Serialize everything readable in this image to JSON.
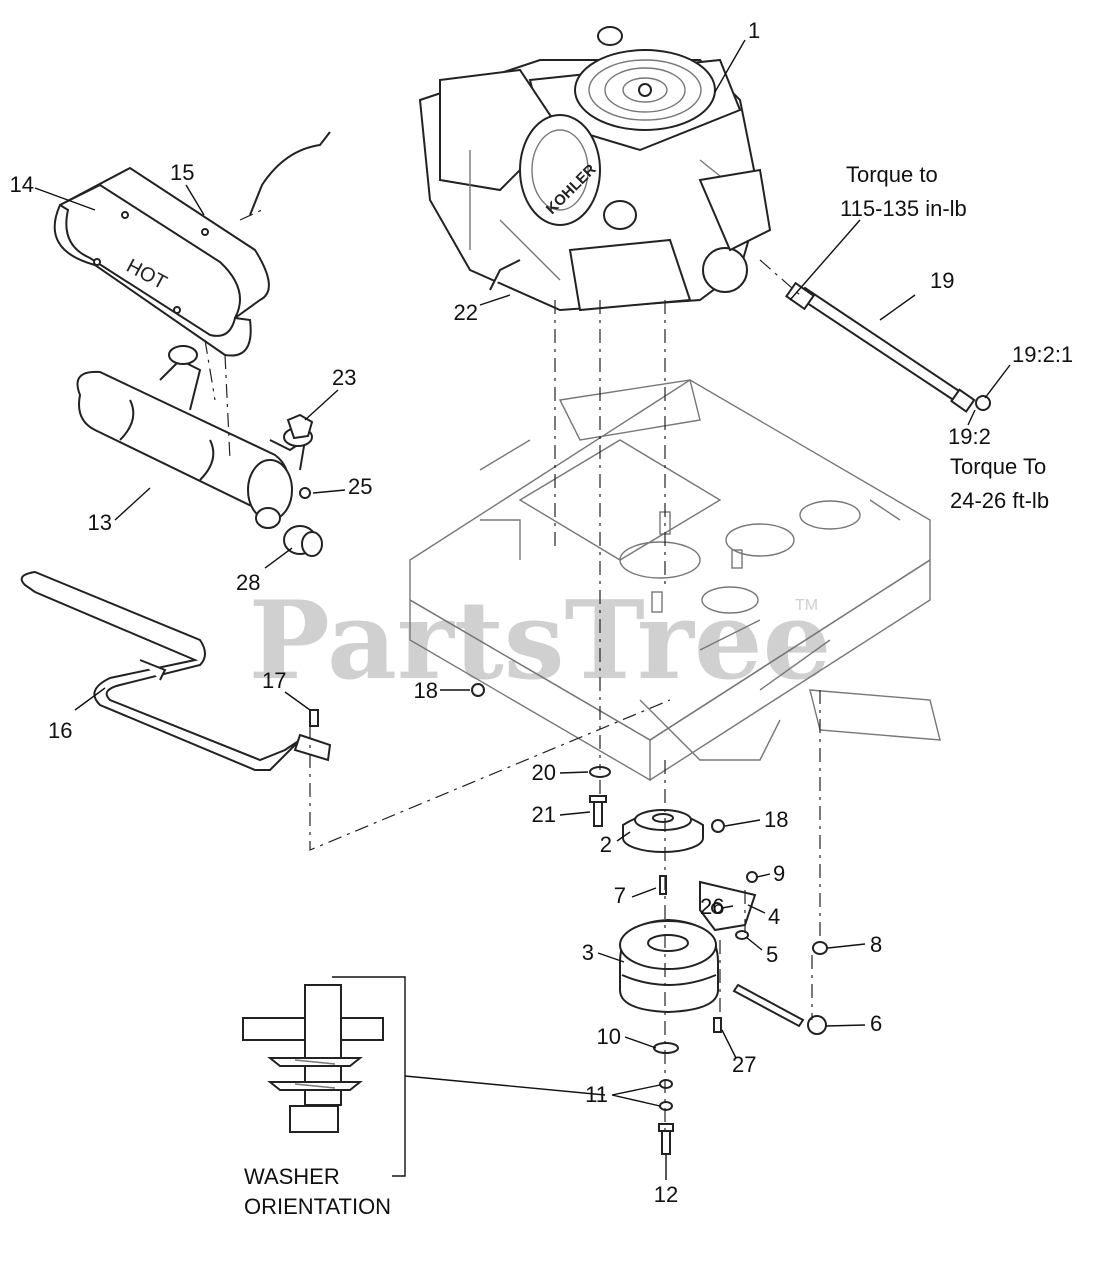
{
  "watermark": {
    "text": "PartsTree",
    "trademark": "TM"
  },
  "callouts": [
    {
      "id": "c1",
      "label": "1"
    },
    {
      "id": "c2",
      "label": "2"
    },
    {
      "id": "c3",
      "label": "3"
    },
    {
      "id": "c4",
      "label": "4"
    },
    {
      "id": "c5",
      "label": "5"
    },
    {
      "id": "c6",
      "label": "6"
    },
    {
      "id": "c7",
      "label": "7"
    },
    {
      "id": "c8",
      "label": "8"
    },
    {
      "id": "c9",
      "label": "9"
    },
    {
      "id": "c10",
      "label": "10"
    },
    {
      "id": "c11",
      "label": "11"
    },
    {
      "id": "c12",
      "label": "12"
    },
    {
      "id": "c13",
      "label": "13"
    },
    {
      "id": "c14",
      "label": "14"
    },
    {
      "id": "c15",
      "label": "15"
    },
    {
      "id": "c16",
      "label": "16"
    },
    {
      "id": "c17",
      "label": "17"
    },
    {
      "id": "c18a",
      "label": "18"
    },
    {
      "id": "c18b",
      "label": "18"
    },
    {
      "id": "c19",
      "label": "19"
    },
    {
      "id": "c19_2_1",
      "label": "19:2:1"
    },
    {
      "id": "c19_2",
      "label": "19:2"
    },
    {
      "id": "c20",
      "label": "20"
    },
    {
      "id": "c21",
      "label": "21"
    },
    {
      "id": "c22",
      "label": "22"
    },
    {
      "id": "c23",
      "label": "23"
    },
    {
      "id": "c25",
      "label": "25"
    },
    {
      "id": "c26",
      "label": "26"
    },
    {
      "id": "c27",
      "label": "27"
    },
    {
      "id": "c28",
      "label": "28"
    }
  ],
  "notes": {
    "torque_19_line1": "Torque to",
    "torque_19_line2": "115-135 in-lb",
    "torque_19_2_line1": "Torque To",
    "torque_19_2_line2": "24-26 ft-lb",
    "washer_line1": "WASHER",
    "washer_line2": "ORIENTATION"
  },
  "engine_labels": {
    "brand": "KOHLER",
    "shield": "HOT"
  }
}
